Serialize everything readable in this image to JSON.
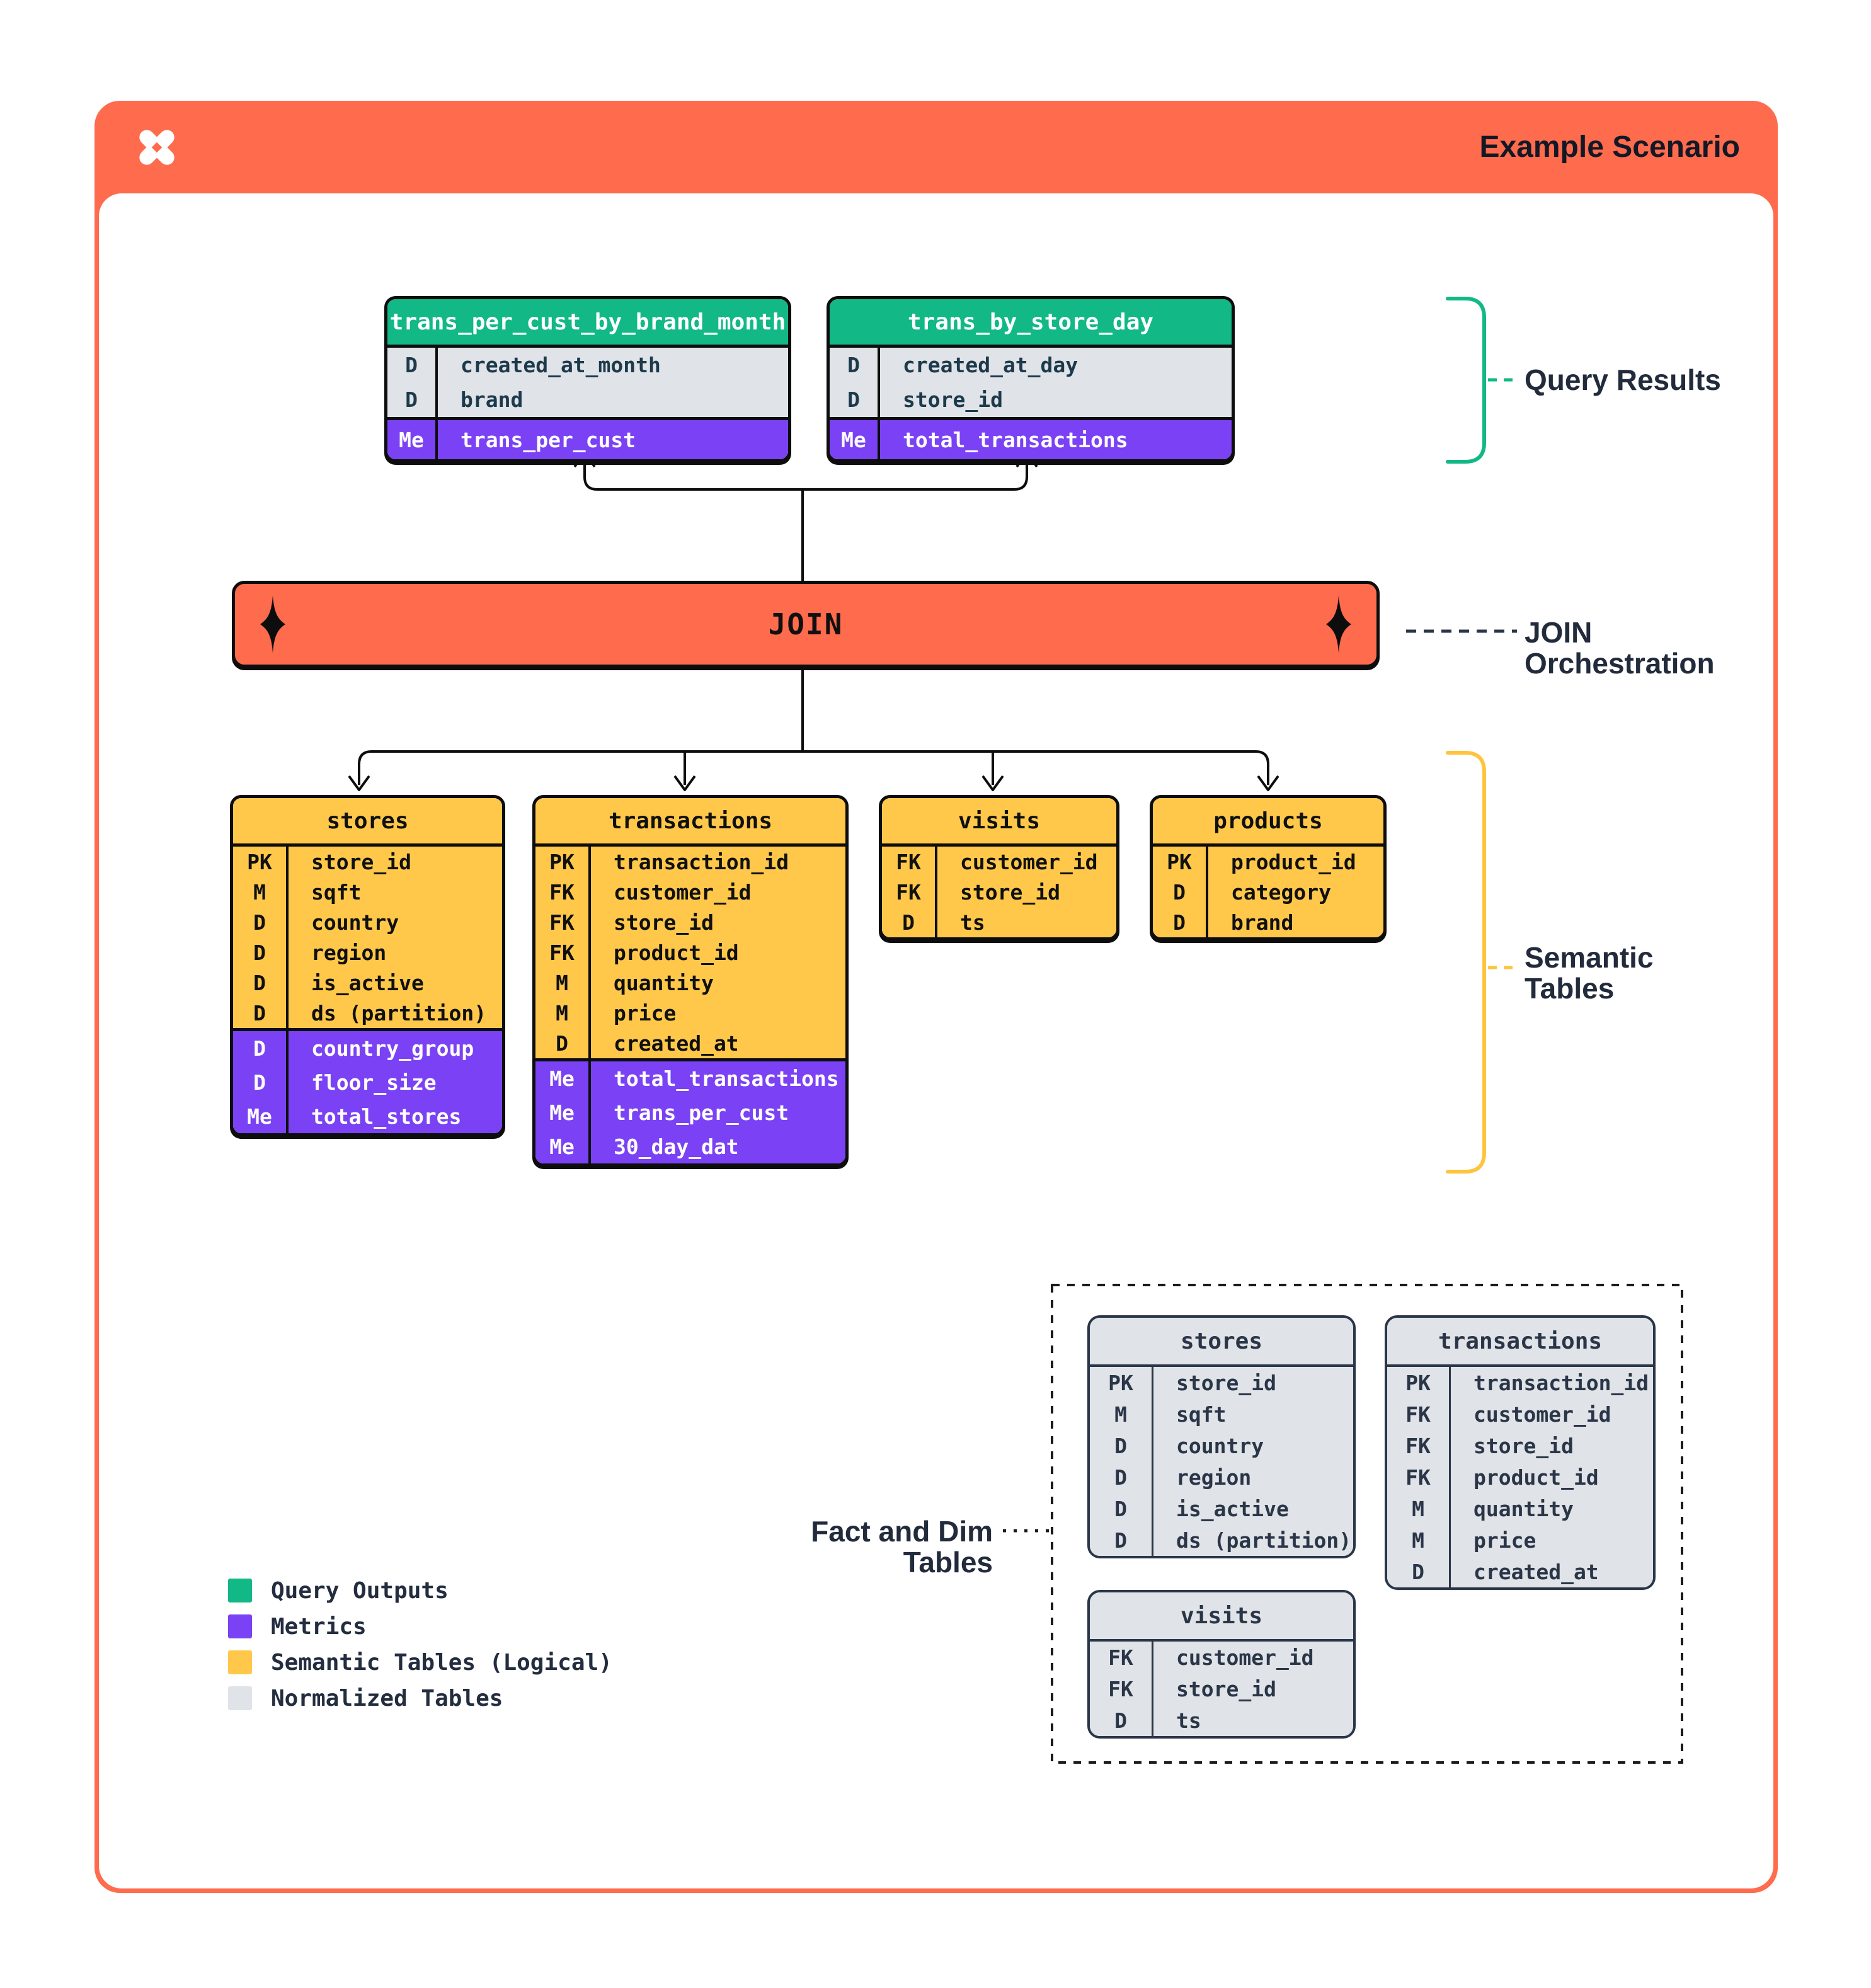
{
  "header": {
    "title": "Example Scenario"
  },
  "join_bar": {
    "label": "JOIN"
  },
  "annotations": {
    "query_results": "Query Results",
    "join_orchestration": [
      "JOIN",
      "Orchestration"
    ],
    "semantic_tables": [
      "Semantic",
      "Tables"
    ],
    "fact_dim": "Fact and Dim Tables"
  },
  "query_tables": [
    {
      "title": "trans_per_cust_by_brand_month",
      "fields": [
        [
          "D",
          "created_at_month"
        ],
        [
          "D",
          "brand"
        ]
      ],
      "metrics": [
        [
          "Me",
          "trans_per_cust"
        ]
      ]
    },
    {
      "title": "trans_by_store_day",
      "fields": [
        [
          "D",
          "created_at_day"
        ],
        [
          "D",
          "store_id"
        ]
      ],
      "metrics": [
        [
          "Me",
          "total_transactions"
        ]
      ]
    }
  ],
  "semantic_tables": [
    {
      "title": "stores",
      "fields": [
        [
          "PK",
          "store_id"
        ],
        [
          "M",
          "sqft"
        ],
        [
          "D",
          "country"
        ],
        [
          "D",
          "region"
        ],
        [
          "D",
          "is_active"
        ],
        [
          "D",
          "ds (partition)"
        ]
      ],
      "metrics": [
        [
          "D",
          "country_group"
        ],
        [
          "D",
          "floor_size"
        ],
        [
          "Me",
          "total_stores"
        ]
      ]
    },
    {
      "title": "transactions",
      "fields": [
        [
          "PK",
          "transaction_id"
        ],
        [
          "FK",
          "customer_id"
        ],
        [
          "FK",
          "store_id"
        ],
        [
          "FK",
          "product_id"
        ],
        [
          "M",
          "quantity"
        ],
        [
          "M",
          "price"
        ],
        [
          "D",
          "created_at"
        ]
      ],
      "metrics": [
        [
          "Me",
          "total_transactions"
        ],
        [
          "Me",
          "trans_per_cust"
        ],
        [
          "Me",
          "30_day_dat"
        ]
      ]
    },
    {
      "title": "visits",
      "fields": [
        [
          "FK",
          "customer_id"
        ],
        [
          "FK",
          "store_id"
        ],
        [
          "D",
          "ts"
        ]
      ],
      "metrics": []
    },
    {
      "title": "products",
      "fields": [
        [
          "PK",
          "product_id"
        ],
        [
          "D",
          "category"
        ],
        [
          "D",
          "brand"
        ]
      ],
      "metrics": []
    }
  ],
  "normalized_tables": [
    {
      "title": "stores",
      "fields": [
        [
          "PK",
          "store_id"
        ],
        [
          "M",
          "sqft"
        ],
        [
          "D",
          "country"
        ],
        [
          "D",
          "region"
        ],
        [
          "D",
          "is_active"
        ],
        [
          "D",
          "ds (partition)"
        ]
      ],
      "metrics": []
    },
    {
      "title": "transactions",
      "fields": [
        [
          "PK",
          "transaction_id"
        ],
        [
          "FK",
          "customer_id"
        ],
        [
          "FK",
          "store_id"
        ],
        [
          "FK",
          "product_id"
        ],
        [
          "M",
          "quantity"
        ],
        [
          "M",
          "price"
        ],
        [
          "D",
          "created_at"
        ]
      ],
      "metrics": []
    },
    {
      "title": "visits",
      "fields": [
        [
          "FK",
          "customer_id"
        ],
        [
          "FK",
          "store_id"
        ],
        [
          "D",
          "ts"
        ]
      ],
      "metrics": []
    }
  ],
  "legend": [
    {
      "label": "Query Outputs",
      "color": "#12B886"
    },
    {
      "label": "Metrics",
      "color": "#7A42F4"
    },
    {
      "label": "Semantic Tables (Logical)",
      "color": "#FFC84A"
    },
    {
      "label": "Normalized Tables",
      "color": "#E0E3E7"
    }
  ],
  "colors": {
    "accent_orange": "#FF6B4D",
    "accent_green": "#12B886",
    "accent_purple": "#7A42F4",
    "accent_yellow": "#FFC84A",
    "table_gray": "#E0E3E7",
    "ink": "#0D0D0D",
    "navy": "#2A3648"
  }
}
